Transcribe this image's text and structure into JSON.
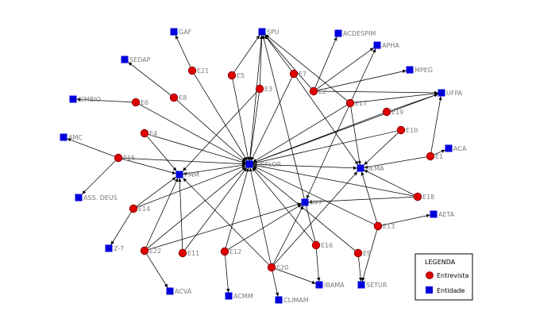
{
  "diagram": {
    "nodes": [
      {
        "id": "GAF",
        "label": "GAF",
        "kind": "entidade"
      },
      {
        "id": "SPU",
        "label": "SPU",
        "kind": "entidade"
      },
      {
        "id": "ACDESPIM",
        "label": "ACDESPIM",
        "kind": "entidade"
      },
      {
        "id": "APHA",
        "label": "APHA",
        "kind": "entidade"
      },
      {
        "id": "SEDAP",
        "label": "SEDAP",
        "kind": "entidade"
      },
      {
        "id": "MPEG",
        "label": "MPEG",
        "kind": "entidade"
      },
      {
        "id": "UFPA",
        "label": "UFPA",
        "kind": "entidade"
      },
      {
        "id": "ICMBIO",
        "label": "ICMBIO",
        "kind": "entidade"
      },
      {
        "id": "AMC",
        "label": "AMC",
        "kind": "entidade"
      },
      {
        "id": "ACA",
        "label": "ACA",
        "kind": "entidade"
      },
      {
        "id": "IDEFLOR",
        "label": "IDEFLOR",
        "kind": "entidade"
      },
      {
        "id": "DEMA",
        "label": "DEMA",
        "kind": "entidade"
      },
      {
        "id": "PMM",
        "label": "PMM",
        "kind": "entidade"
      },
      {
        "id": "ASS_DEUS",
        "label": "ASS. DEUS",
        "kind": "entidade"
      },
      {
        "id": "MPF",
        "label": "MPF",
        "kind": "entidade"
      },
      {
        "id": "AETA",
        "label": "AETA",
        "kind": "entidade"
      },
      {
        "id": "Z7",
        "label": "Z-7",
        "kind": "entidade"
      },
      {
        "id": "ACVA",
        "label": "ACVA",
        "kind": "entidade"
      },
      {
        "id": "ACMM",
        "label": "ACMM",
        "kind": "entidade"
      },
      {
        "id": "CLIMAM",
        "label": "CLIMAM",
        "kind": "entidade"
      },
      {
        "id": "IBAMA",
        "label": "IBAMA",
        "kind": "entidade"
      },
      {
        "id": "SETUR",
        "label": "SETUR",
        "kind": "entidade"
      },
      {
        "id": "E1",
        "label": "E1",
        "kind": "entrevista"
      },
      {
        "id": "E4",
        "label": "E4",
        "kind": "entrevista"
      },
      {
        "id": "E5",
        "label": "E5",
        "kind": "entrevista"
      },
      {
        "id": "E3",
        "label": "E3",
        "kind": "entrevista"
      },
      {
        "id": "E6",
        "label": "E6",
        "kind": "entrevista"
      },
      {
        "id": "E7",
        "label": "E7",
        "kind": "entrevista"
      },
      {
        "id": "E8",
        "label": "E8",
        "kind": "entrevista"
      },
      {
        "id": "E9",
        "label": "E9",
        "kind": "entrevista"
      },
      {
        "id": "E10",
        "label": "E10",
        "kind": "entrevista"
      },
      {
        "id": "E11",
        "label": "E11",
        "kind": "entrevista"
      },
      {
        "id": "E12",
        "label": "E12",
        "kind": "entrevista"
      },
      {
        "id": "E13",
        "label": "E13",
        "kind": "entrevista"
      },
      {
        "id": "E14",
        "label": "E14",
        "kind": "entrevista"
      },
      {
        "id": "E15",
        "label": "E15",
        "kind": "entrevista"
      },
      {
        "id": "E16",
        "label": "E16",
        "kind": "entrevista"
      },
      {
        "id": "E17",
        "label": "E17",
        "kind": "entrevista"
      },
      {
        "id": "E18",
        "label": "E18",
        "kind": "entrevista"
      },
      {
        "id": "E19",
        "label": "E19",
        "kind": "entrevista"
      },
      {
        "id": "E20",
        "label": "E20",
        "kind": "entrevista"
      },
      {
        "id": "E21",
        "label": "E21",
        "kind": "entrevista"
      },
      {
        "id": "E22",
        "label": "E22",
        "kind": "entrevista"
      },
      {
        "id": "E2",
        "label": "E2",
        "kind": "entrevista"
      }
    ],
    "edges": [
      [
        "E21",
        "GAF"
      ],
      [
        "E21",
        "IDEFLOR"
      ],
      [
        "E8",
        "SEDAP"
      ],
      [
        "E8",
        "IDEFLOR"
      ],
      [
        "E5",
        "SPU"
      ],
      [
        "E5",
        "IDEFLOR"
      ],
      [
        "E3",
        "SPU"
      ],
      [
        "E3",
        "IDEFLOR"
      ],
      [
        "E3",
        "PMM"
      ],
      [
        "E7",
        "SPU"
      ],
      [
        "E7",
        "IDEFLOR"
      ],
      [
        "E7",
        "DEMA"
      ],
      [
        "E2",
        "ACDESPIM"
      ],
      [
        "E2",
        "APHA"
      ],
      [
        "E2",
        "MPEG"
      ],
      [
        "E2",
        "UFPA"
      ],
      [
        "E2",
        "SPU"
      ],
      [
        "E17",
        "APHA"
      ],
      [
        "E17",
        "UFPA"
      ],
      [
        "E17",
        "DEMA"
      ],
      [
        "E17",
        "SPU"
      ],
      [
        "E17",
        "IDEFLOR"
      ],
      [
        "E17",
        "MPF"
      ],
      [
        "E6",
        "ICMBIO"
      ],
      [
        "E6",
        "IDEFLOR"
      ],
      [
        "E4",
        "PMM"
      ],
      [
        "E4",
        "IDEFLOR"
      ],
      [
        "E15",
        "AMC"
      ],
      [
        "E15",
        "PMM"
      ],
      [
        "E15",
        "ASS_DEUS"
      ],
      [
        "E15",
        "IDEFLOR"
      ],
      [
        "E19",
        "UFPA"
      ],
      [
        "E19",
        "IDEFLOR"
      ],
      [
        "E10",
        "IDEFLOR"
      ],
      [
        "E10",
        "DEMA"
      ],
      [
        "E1",
        "ACA"
      ],
      [
        "E1",
        "UFPA"
      ],
      [
        "E1",
        "DEMA"
      ],
      [
        "E18",
        "DEMA"
      ],
      [
        "E18",
        "IDEFLOR"
      ],
      [
        "E18",
        "MPF"
      ],
      [
        "E13",
        "AETA"
      ],
      [
        "E13",
        "DEMA"
      ],
      [
        "E13",
        "IDEFLOR"
      ],
      [
        "E13",
        "SETUR"
      ],
      [
        "E14",
        "Z7"
      ],
      [
        "E14",
        "PMM"
      ],
      [
        "E14",
        "IDEFLOR"
      ],
      [
        "E22",
        "ACVA"
      ],
      [
        "E22",
        "PMM"
      ],
      [
        "E22",
        "IDEFLOR"
      ],
      [
        "E22",
        "MPF"
      ],
      [
        "E11",
        "PMM"
      ],
      [
        "E11",
        "IDEFLOR"
      ],
      [
        "E12",
        "ACMM"
      ],
      [
        "E12",
        "IDEFLOR"
      ],
      [
        "E12",
        "MPF"
      ],
      [
        "E20",
        "CLIMAM"
      ],
      [
        "E20",
        "IBAMA"
      ],
      [
        "E20",
        "IDEFLOR"
      ],
      [
        "E20",
        "MPF"
      ],
      [
        "E20",
        "PMM"
      ],
      [
        "E20",
        "DEMA"
      ],
      [
        "E16",
        "IBAMA"
      ],
      [
        "E16",
        "IDEFLOR"
      ],
      [
        "E16",
        "SPU"
      ],
      [
        "E9",
        "SETUR"
      ],
      [
        "E9",
        "IDEFLOR"
      ],
      [
        "IDEFLOR",
        "PMM"
      ],
      [
        "IDEFLOR",
        "DEMA"
      ],
      [
        "IDEFLOR",
        "UFPA"
      ],
      [
        "IDEFLOR",
        "SPU"
      ]
    ]
  },
  "legend": {
    "title": "LEGENDA",
    "items": [
      {
        "label": "Entrevista",
        "kind": "entrevista"
      },
      {
        "label": "Entidade",
        "kind": "entidade"
      }
    ]
  },
  "colors": {
    "entrevista": "#e00000",
    "entrevista_stroke": "#7a0000",
    "entidade": "#0000dd",
    "edge": "#000000",
    "label": "#7a7a7a"
  }
}
